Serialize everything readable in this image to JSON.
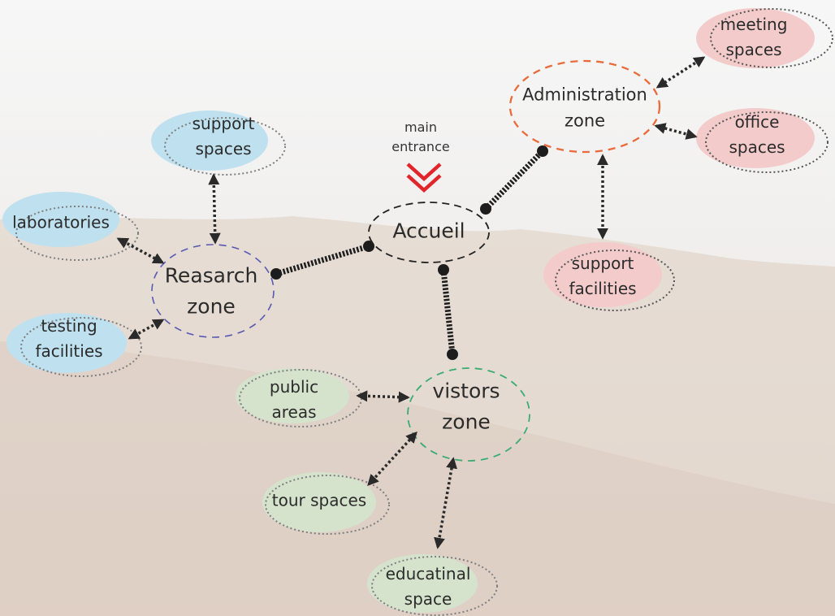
{
  "entrance": {
    "line1": "main",
    "line2": "entrance",
    "marker_color": "#e0262b"
  },
  "hub": {
    "label": "Accueil"
  },
  "zones": {
    "research": {
      "line1": "Reasarch",
      "line2": "zone",
      "border_color": "#5a59b0"
    },
    "administration": {
      "line1": "Administration",
      "line2": "zone",
      "border_color": "#ea6a3a"
    },
    "visitors": {
      "line1": "vistors",
      "line2": "zone",
      "border_color": "#3bab74"
    }
  },
  "spaces": {
    "support_spaces": {
      "line1": "support",
      "line2": "spaces"
    },
    "laboratories": {
      "line1": "laboratories"
    },
    "testing_facilities": {
      "line1": "testing",
      "line2": "facilities"
    },
    "meeting_spaces": {
      "line1": "meeting",
      "line2": "spaces"
    },
    "office_spaces": {
      "line1": "office",
      "line2": "spaces"
    },
    "support_facilities": {
      "line1": "support",
      "line2": "facilities"
    },
    "public_areas": {
      "line1": "public",
      "line2": "areas"
    },
    "tour_spaces": {
      "line1": "tour spaces"
    },
    "educatinal_space": {
      "line1": "educatinal",
      "line2": "space"
    }
  },
  "colors": {
    "research_fill": "#bfe0ee",
    "admin_fill": "#f3cbcb",
    "visitors_fill": "#d5e3cd",
    "connector": "#1d1d1d",
    "ground": "#d9c9bd"
  }
}
